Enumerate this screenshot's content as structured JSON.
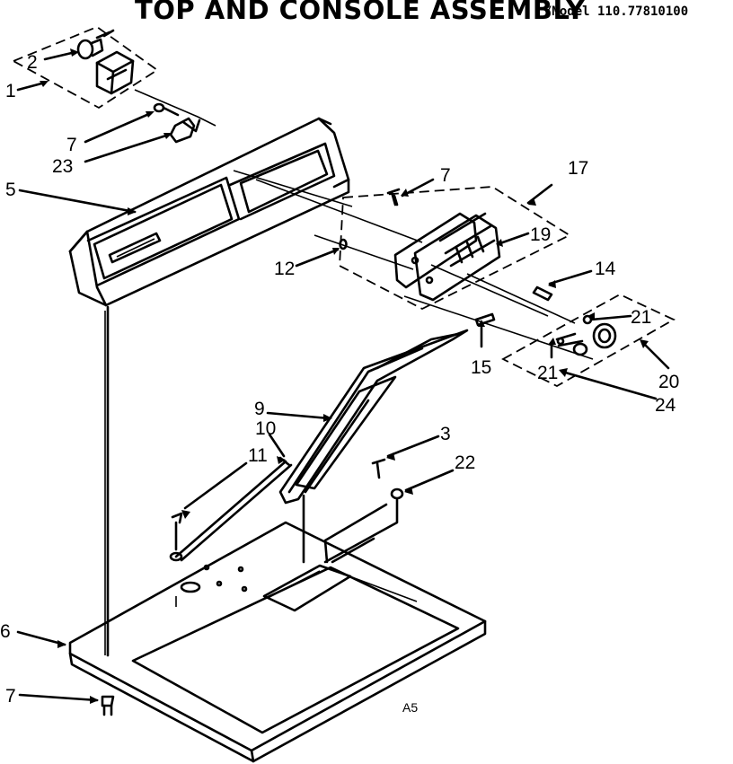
{
  "header": {
    "title": "TOP AND CONSOLE ASSEMBLY",
    "model": "/Model 110.77810100"
  },
  "corner_code": "A5",
  "parts": [
    {
      "id": "p1",
      "label": "1"
    },
    {
      "id": "p2",
      "label": "2"
    },
    {
      "id": "p3",
      "label": "3"
    },
    {
      "id": "p5",
      "label": "5"
    },
    {
      "id": "p6",
      "label": "6"
    },
    {
      "id": "p7a",
      "label": "7"
    },
    {
      "id": "p7b",
      "label": "7"
    },
    {
      "id": "p7c",
      "label": "7"
    },
    {
      "id": "p9",
      "label": "9"
    },
    {
      "id": "p10",
      "label": "10"
    },
    {
      "id": "p11",
      "label": "11"
    },
    {
      "id": "p12",
      "label": "12"
    },
    {
      "id": "p14",
      "label": "14"
    },
    {
      "id": "p15",
      "label": "15"
    },
    {
      "id": "p17",
      "label": "17"
    },
    {
      "id": "p19",
      "label": "19"
    },
    {
      "id": "p20",
      "label": "20"
    },
    {
      "id": "p21a",
      "label": "21"
    },
    {
      "id": "p21b",
      "label": "21"
    },
    {
      "id": "p22",
      "label": "22"
    },
    {
      "id": "p23",
      "label": "23"
    },
    {
      "id": "p24",
      "label": "24"
    }
  ]
}
